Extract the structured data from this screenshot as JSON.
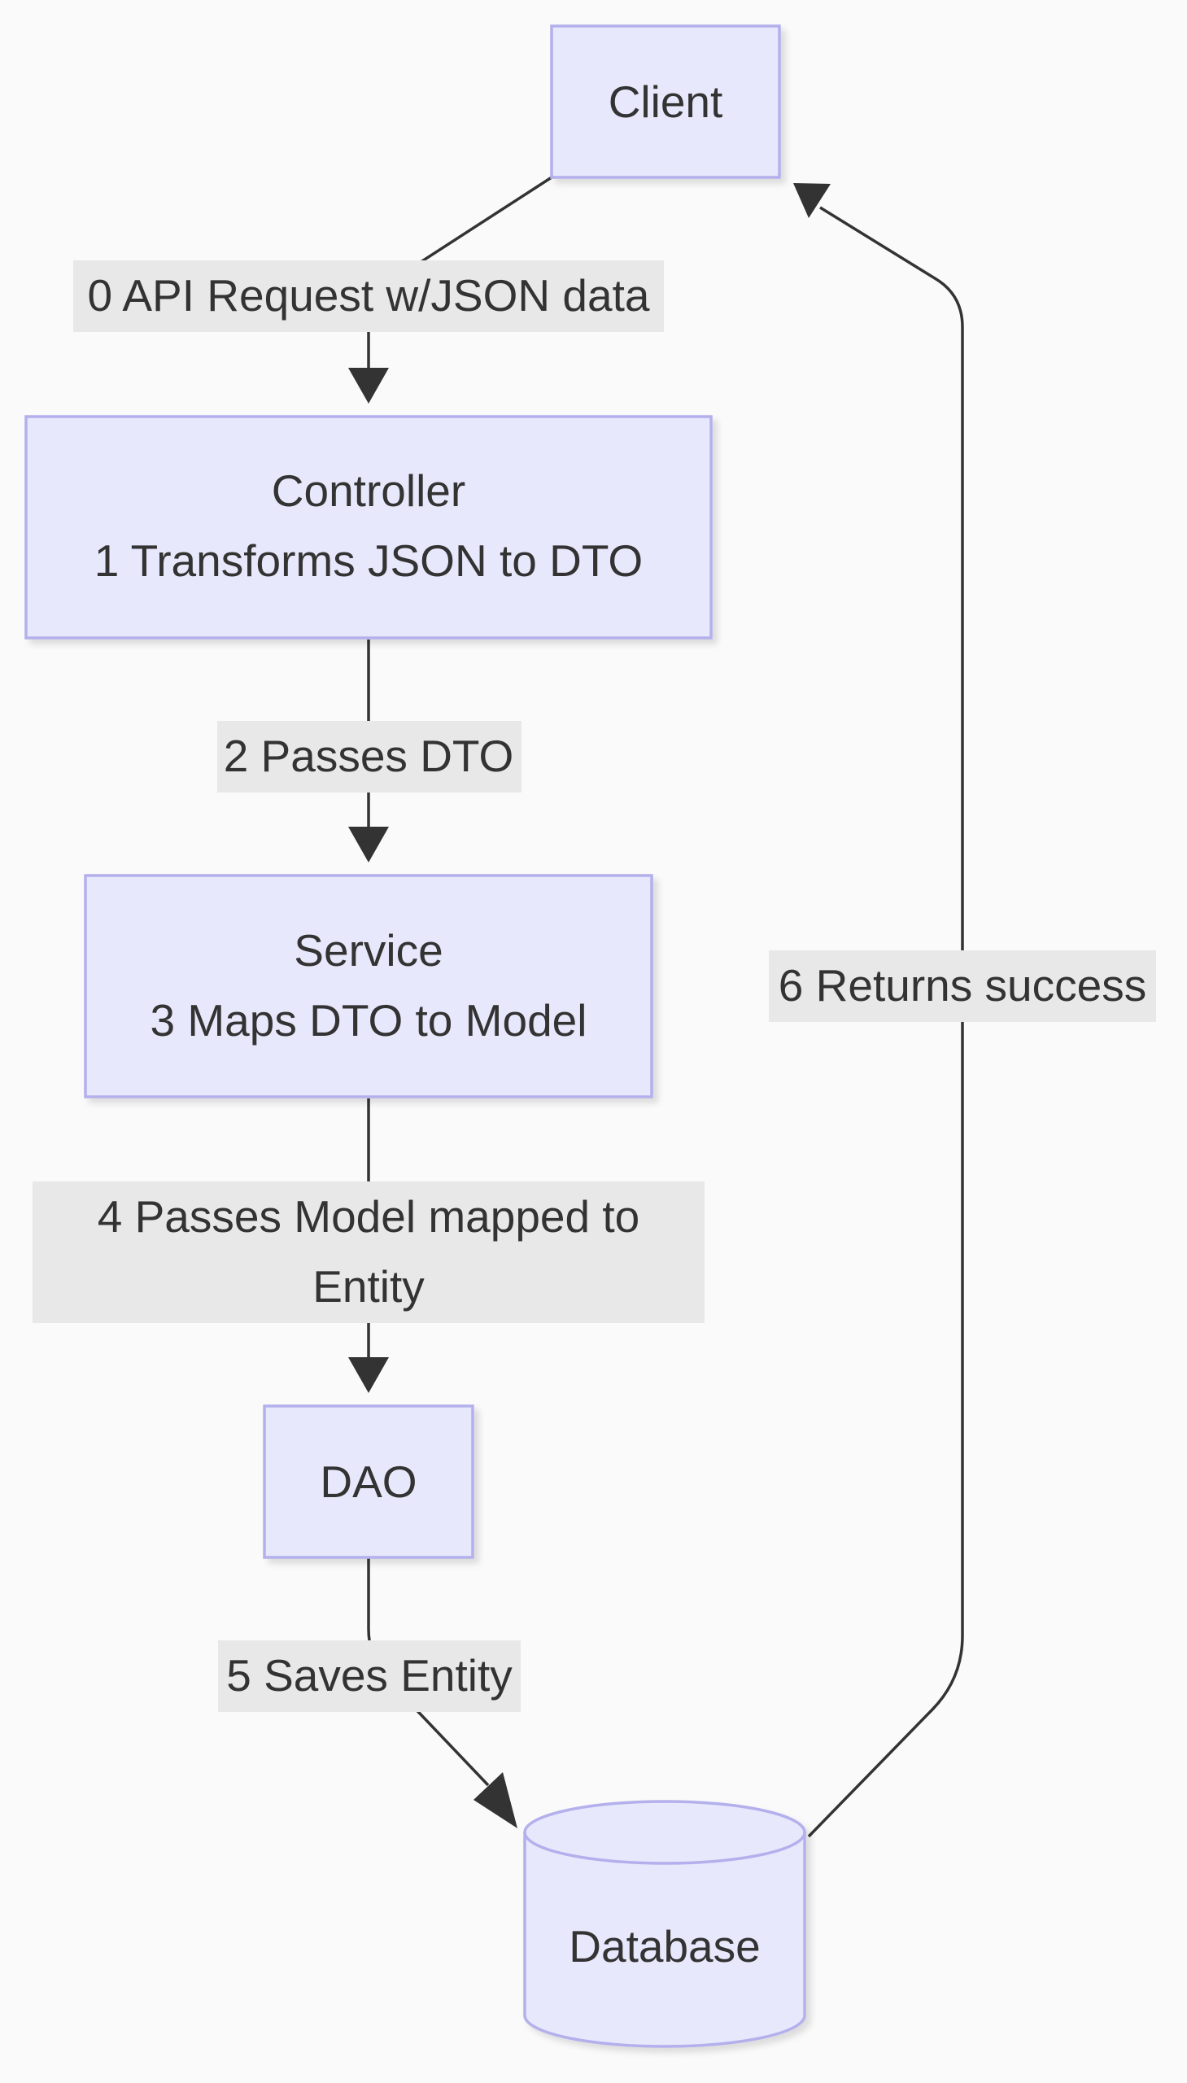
{
  "colors": {
    "background": "#fafafa",
    "node_fill": "#e8e8fc",
    "node_stroke": "#b3b0ec",
    "edge": "#333333",
    "edge_label_bg": "#e8e8e8",
    "text": "#333333"
  },
  "nodes": {
    "client": {
      "label": "Client"
    },
    "controller": {
      "label": "Controller",
      "detail": "1 Transforms JSON to DTO"
    },
    "service": {
      "label": "Service",
      "detail": "3 Maps DTO to Model"
    },
    "dao": {
      "label": "DAO"
    },
    "database": {
      "label": "Database",
      "shape": "cylinder"
    }
  },
  "edges": {
    "client_to_controller": {
      "label": "0 API Request w/JSON data"
    },
    "controller_to_service": {
      "label": "2 Passes DTO"
    },
    "service_to_dao": {
      "label_line1": "4 Passes Model mapped to",
      "label_line2": "Entity"
    },
    "dao_to_database": {
      "label": "5 Saves Entity"
    },
    "database_to_client": {
      "label": "6 Returns success"
    }
  }
}
